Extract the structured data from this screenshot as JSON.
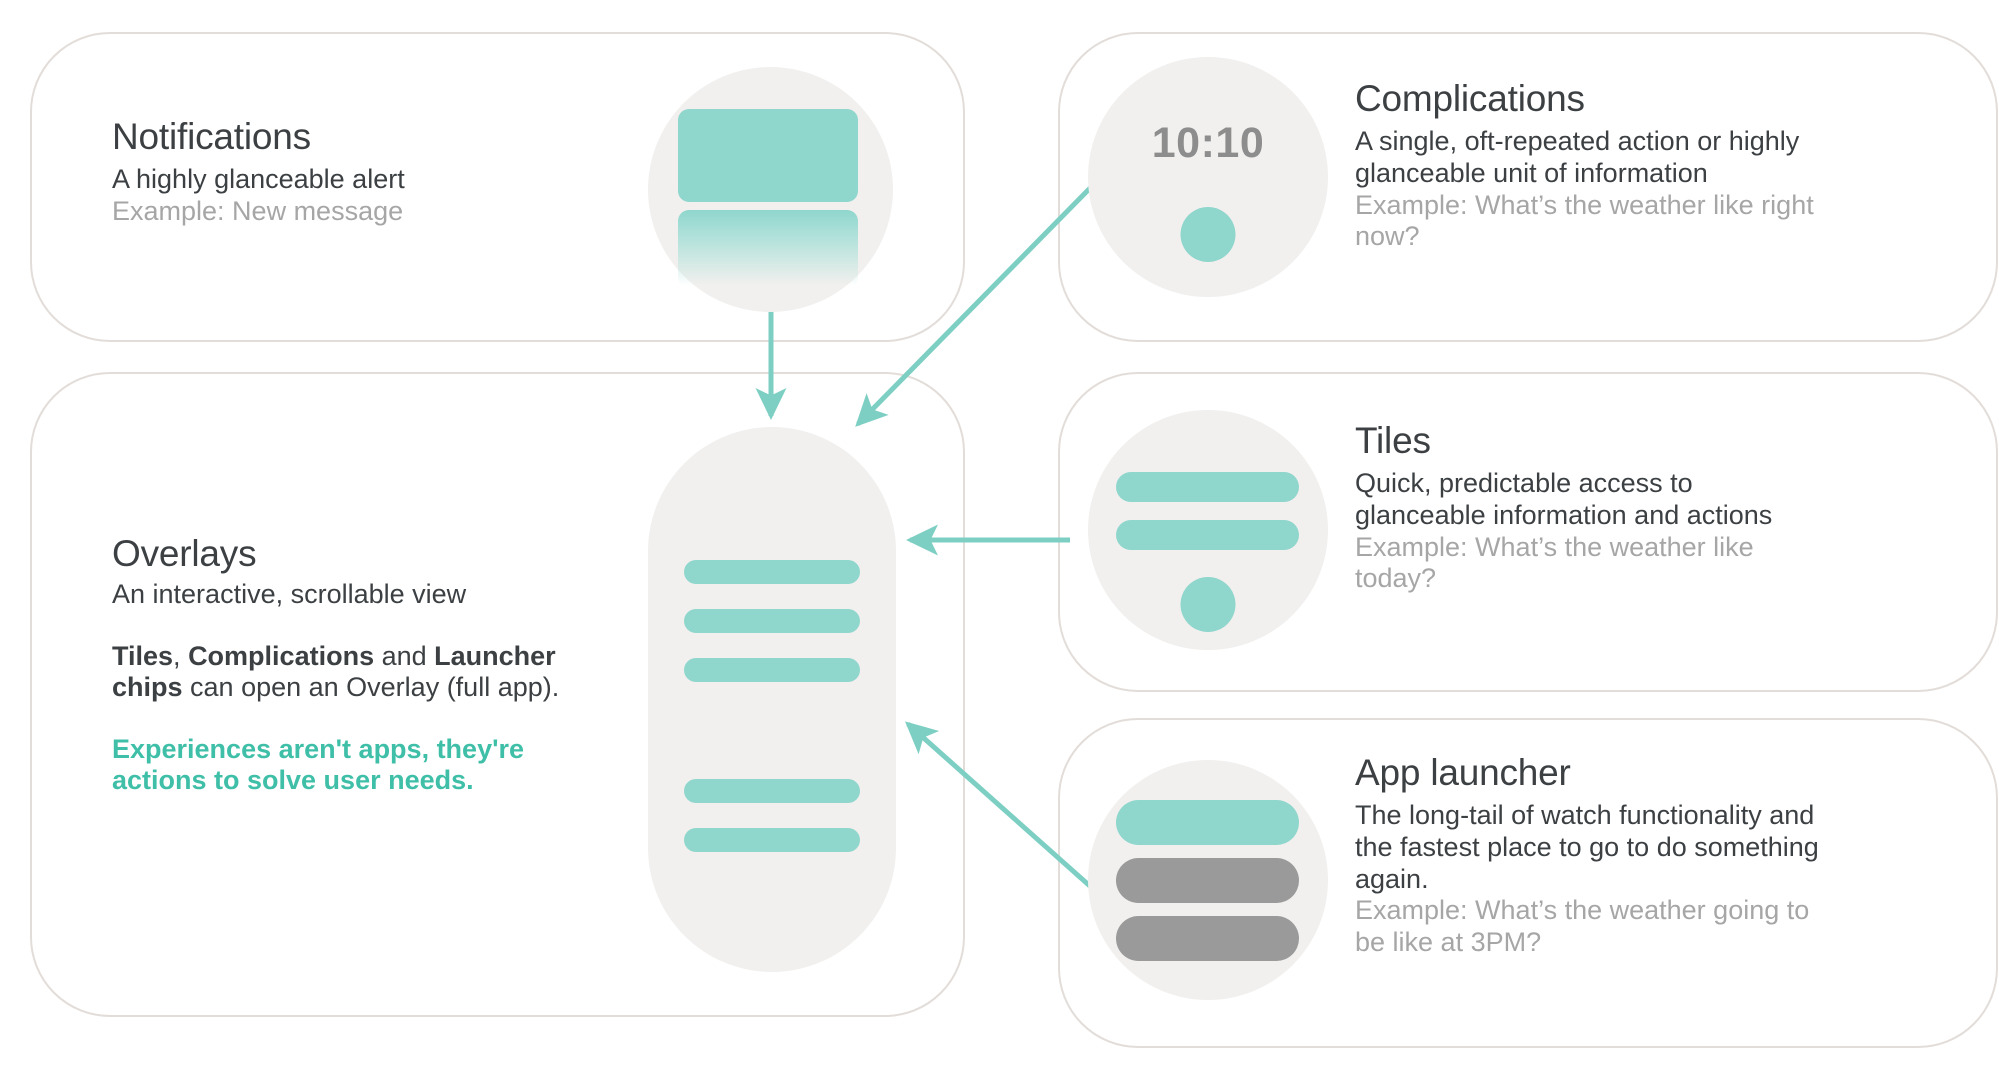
{
  "theme": {
    "accent_teal": "#8FD6CD",
    "accent_teal_text": "#3FBFA8",
    "arrow_teal": "#7ECFC3",
    "panel_border": "#E3DDD9",
    "illustration_bg": "#F2F0EE",
    "text_primary": "#3C4043",
    "text_muted": "#A6A6A6",
    "chip_gray": "#9A9A9A",
    "page_background": "#FFFFFF"
  },
  "panels": {
    "notifications": {
      "title": "Notifications",
      "description": "A highly glanceable alert",
      "example": "Example:  New message"
    },
    "complications": {
      "title": "Complications",
      "description_line_1": "A single, oft-repeated action or highly",
      "description_line_2": "glanceable unit of information",
      "example_line_1": "Example:  What’s the weather like right",
      "example_line_2": "now?"
    },
    "overlays": {
      "title": "Overlays",
      "subtitle": "An interactive, scrollable view",
      "paragraph_parts": {
        "bold_1": "Tiles",
        "sep_1": ", ",
        "bold_2": "Complications",
        "sep_2": " and ",
        "bold_3": "Launcher chips",
        "tail": " can open an Overlay (full app)."
      },
      "accent_line_1": "Experiences aren't apps, they're",
      "accent_line_2": "actions to solve user needs."
    },
    "tiles": {
      "title": "Tiles",
      "description_line_1": "Quick, predictable access to",
      "description_line_2": "glanceable information and actions",
      "example_line_1": "Example: What’s the weather like",
      "example_line_2": "today?"
    },
    "launcher": {
      "title": "App launcher",
      "description_line_1": "The long-tail of watch functionality and",
      "description_line_2": "the fastest place to go to do something",
      "description_line_3": "again.",
      "example_line_1": "Example:  What’s the weather going to",
      "example_line_2": "be like at 3PM?"
    }
  },
  "illustrations": {
    "notification": {
      "icon": "notification-card-illustration",
      "card_count": 2
    },
    "complication": {
      "icon": "watchface-complication-illustration",
      "time": "10:10",
      "dot_count": 1
    },
    "tile": {
      "icon": "tile-illustration",
      "bar_count": 2,
      "dot_count": 1
    },
    "launcher": {
      "icon": "app-launcher-illustration",
      "chip_count": 3,
      "active_chip_index": 1
    },
    "overlay": {
      "icon": "overlay-watch-illustration",
      "bar_count": 5
    }
  },
  "arrows": [
    {
      "name": "arrow-notifications-to-overlay",
      "from": "notifications",
      "to": "overlays"
    },
    {
      "name": "arrow-complications-to-overlay",
      "from": "complications",
      "to": "overlays"
    },
    {
      "name": "arrow-tiles-to-overlay",
      "from": "tiles",
      "to": "overlays"
    },
    {
      "name": "arrow-launcher-to-overlay",
      "from": "launcher",
      "to": "overlays"
    }
  ]
}
